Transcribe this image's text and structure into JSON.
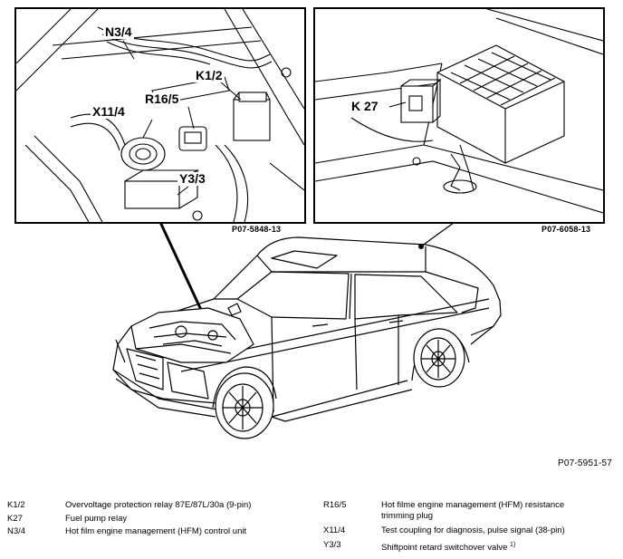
{
  "left_panel": {
    "labels": [
      "N3/4",
      "K1/2",
      "R16/5",
      "X11/4",
      "Y3/3"
    ],
    "ref": "P07-5848-13"
  },
  "right_panel": {
    "labels": [
      "K 27"
    ],
    "ref": "P07-6058-13"
  },
  "main_ref": "P07-5951-57",
  "legend": {
    "left": [
      {
        "code": "K1/2",
        "desc": "Overvoltage protection relay 87E/87L/30a (9-pin)"
      },
      {
        "code": "K27",
        "desc": "Fuel pump relay"
      },
      {
        "code": "N3/4",
        "desc": "Hot film engine management (HFM) control unit"
      }
    ],
    "right": [
      {
        "code": "R16/5",
        "desc": "Hot filme engine management (HFM) resistance",
        "desc2": "trimming plug"
      },
      {
        "code": "X11/4",
        "desc": "Test coupling for diagnosis, pulse signal (38-pin)"
      },
      {
        "code": "Y3/3",
        "desc": "Shiftpoint retard switchover valve",
        "note": "1)"
      }
    ]
  }
}
